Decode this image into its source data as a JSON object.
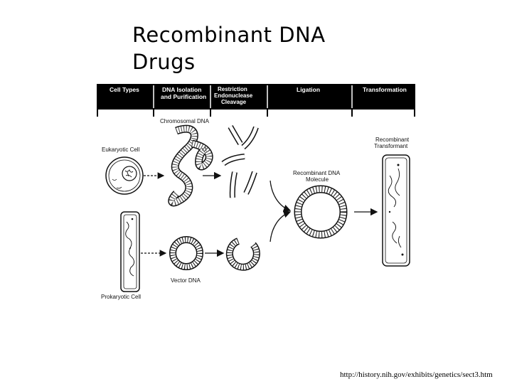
{
  "slide": {
    "title_line1": "Recombinant DNA",
    "title_line2": "Drugs",
    "source_url": "http://history.nih.gov/exhibits/genetics/sect3.htm"
  },
  "diagram": {
    "header_columns": [
      {
        "label": "Cell Types"
      },
      {
        "label": "DNA Isolation",
        "label2": "and Purification"
      },
      {
        "label": "Restriction",
        "label2": "Endonuclease",
        "label3": "Cleavage"
      },
      {
        "label": "Ligation"
      },
      {
        "label": "Transformation"
      }
    ],
    "labels": {
      "chromosomal_dna": "Chromosomal DNA",
      "eukaryotic_cell": "Eukaryotic Cell",
      "prokaryotic_cell": "Prokaryotic Cell",
      "vector_dna": "Vector DNA",
      "recombinant_molecule_1": "Recombinant DNA",
      "recombinant_molecule_2": "Molecule",
      "recombinant_transformant_1": "Recombinant",
      "recombinant_transformant_2": "Transformant"
    },
    "colors": {
      "header_fill": "#000000",
      "header_text": "#ffffff",
      "line": "#111111"
    }
  }
}
